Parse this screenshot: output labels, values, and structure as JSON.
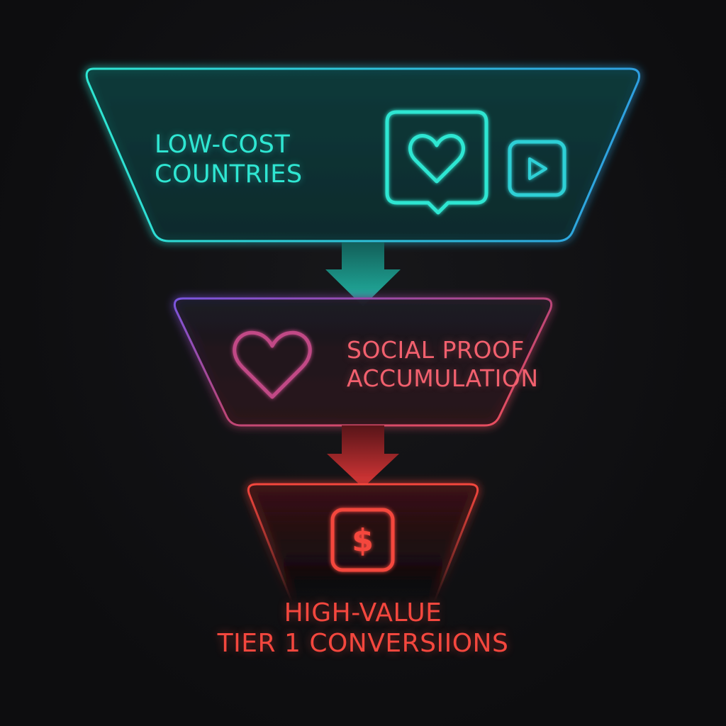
{
  "stages": [
    {
      "id": "low-cost",
      "lines": [
        "LOW-COST",
        "COUNTRIES"
      ],
      "color": "#2fe6d2",
      "icons": [
        "heart-chat-icon",
        "play-icon"
      ]
    },
    {
      "id": "social-proof",
      "lines": [
        "SOCIAL PROOF",
        "ACCUMULATION"
      ],
      "color": "#f2606e",
      "icons": [
        "heart-icon"
      ]
    },
    {
      "id": "conversions",
      "lines": [
        "HIGH-VALUE",
        "TIER 1 CONVERSIIONS"
      ],
      "color": "#f4473e",
      "icons": [
        "dollar-icon"
      ]
    }
  ],
  "colors": {
    "background": "#0f0f11",
    "teal": "#2fe6d2",
    "blue": "#2f9fe0",
    "purple": "#8a4fd8",
    "pink": "#f2606e",
    "red": "#f4473e"
  }
}
